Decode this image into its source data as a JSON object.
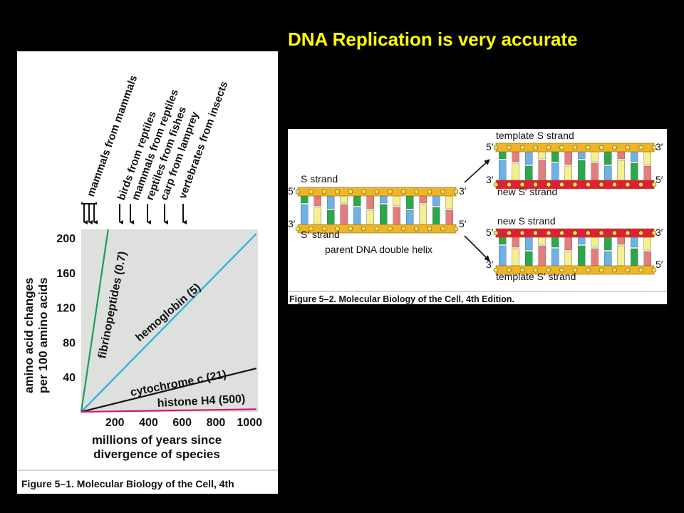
{
  "slide": {
    "title": "DNA Replication is very accurate",
    "accent_color": "#ffff00",
    "background_color": "#000000"
  },
  "figure1": {
    "caption": "Figure 5–1. Molecular Biology of the Cell, 4th",
    "divergence_labels": [
      "mammals from mammals",
      "birds from reptiles",
      "mammals from reptiles",
      "reptiles from fishes",
      "carp from lamprey",
      "vertebrates from insects"
    ],
    "xlabel_line1": "millions of years since",
    "xlabel_line2": "divergence of species",
    "ylabel_line1": "amino acid changes",
    "ylabel_line2": "per 100 amino acids",
    "plot_background": "#dde0dc"
  },
  "chart_data": {
    "type": "line",
    "xlabel": "millions of years since divergence of species",
    "ylabel": "amino acid changes per 100 amino acids",
    "xlim": [
      0,
      1050
    ],
    "ylim": [
      0,
      210
    ],
    "x_ticks": [
      200,
      400,
      600,
      800,
      1000
    ],
    "y_ticks": [
      40,
      80,
      120,
      160,
      200
    ],
    "series": [
      {
        "name": "fibrinopeptides (0.7)",
        "color": "#1f9a5a",
        "x": [
          0,
          160
        ],
        "y": [
          0,
          210
        ]
      },
      {
        "name": "hemoglobin (5)",
        "color": "#27aee4",
        "x": [
          0,
          1040
        ],
        "y": [
          0,
          205
        ]
      },
      {
        "name": "cytochrome c (21)",
        "color": "#111111",
        "x": [
          0,
          1040
        ],
        "y": [
          0,
          50
        ]
      },
      {
        "name": "histone H4 (500)",
        "color": "#d8137a",
        "x": [
          0,
          1040
        ],
        "y": [
          0,
          3
        ]
      }
    ]
  },
  "figure2": {
    "caption": "Figure 5–2. Molecular Biology of the Cell, 4th Edition.",
    "parent_label": "parent DNA double helix",
    "s_strand": "S strand",
    "s_prime_strand": "S′ strand",
    "template_s": "template S strand",
    "new_s_prime": "new S′ strand",
    "new_s": "new S strand",
    "template_s_prime": "template S′ strand",
    "end5": "5′",
    "end3": "3′",
    "colors": {
      "template_strand": "#f0b429",
      "new_strand": "#e01e35",
      "bases": [
        "#2ba84a",
        "#e57d7d",
        "#6cb2e6",
        "#f5ef8e"
      ]
    }
  }
}
